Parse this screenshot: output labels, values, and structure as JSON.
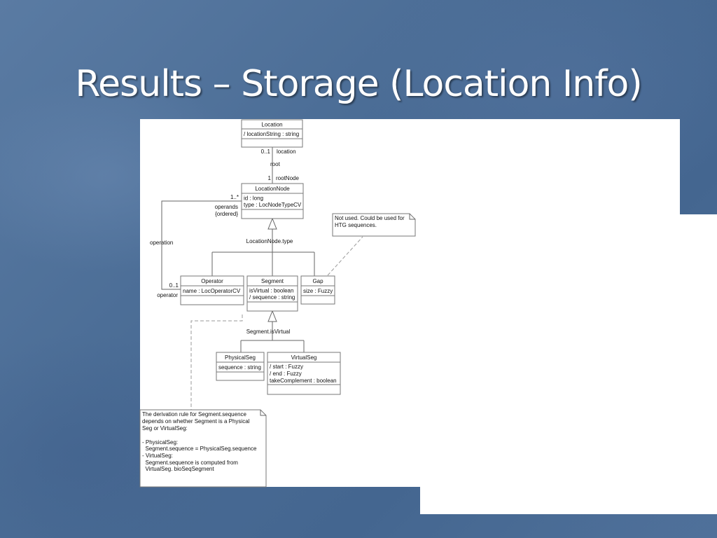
{
  "slide": {
    "title": "Results – Storage (Location Info)"
  },
  "diagram": {
    "classes": {
      "location": {
        "name": "Location",
        "attrs": [
          "/ locationString : string"
        ]
      },
      "location_node": {
        "name": "LocationNode",
        "attrs": [
          "id : long",
          "type : LocNodeTypeCV"
        ]
      },
      "operator": {
        "name": "Operator",
        "attrs": [
          "name : LocOperatorCV"
        ]
      },
      "segment": {
        "name": "Segment",
        "attrs": [
          "isVirtual : boolean",
          "/ sequence : string"
        ]
      },
      "gap": {
        "name": "Gap",
        "attrs": [
          "size : Fuzzy"
        ]
      },
      "physical_seg": {
        "name": "PhysicalSeg",
        "attrs": [
          "sequence : string"
        ]
      },
      "virtual_seg": {
        "name": "VirtualSeg",
        "attrs": [
          "/ start : Fuzzy",
          "/ end : Fuzzy",
          "takeComplement : boolean"
        ]
      }
    },
    "labels": {
      "mult_0_1_top": "0..1",
      "role_location": "location",
      "assoc_root": "root",
      "mult_1": "1",
      "role_root_node": "rootNode",
      "mult_1_many": "1..*",
      "role_operands": "operands",
      "ordered": "{ordered}",
      "assoc_operation": "operation",
      "mult_0_1_operator": "0..1",
      "role_operator": "operator",
      "discriminator_type": "LocationNode.type",
      "discriminator_virtual": "Segment.isVirtual"
    },
    "notes": {
      "gap_note": [
        "Not used. Could be used for",
        "HTG sequences."
      ],
      "derivation_note": [
        "The derivation rule for Segment.sequence",
        "depends on whether Segment is a Physical",
        "Seg or VirtualSeg:",
        "",
        "- PhysicalSeg:",
        "  Segment.sequence = PhysicalSeg.sequence",
        "- VirtualSeg:",
        "  Segment.sequence is computed from",
        "  VirtualSeg. bioSeqSegment"
      ]
    }
  }
}
